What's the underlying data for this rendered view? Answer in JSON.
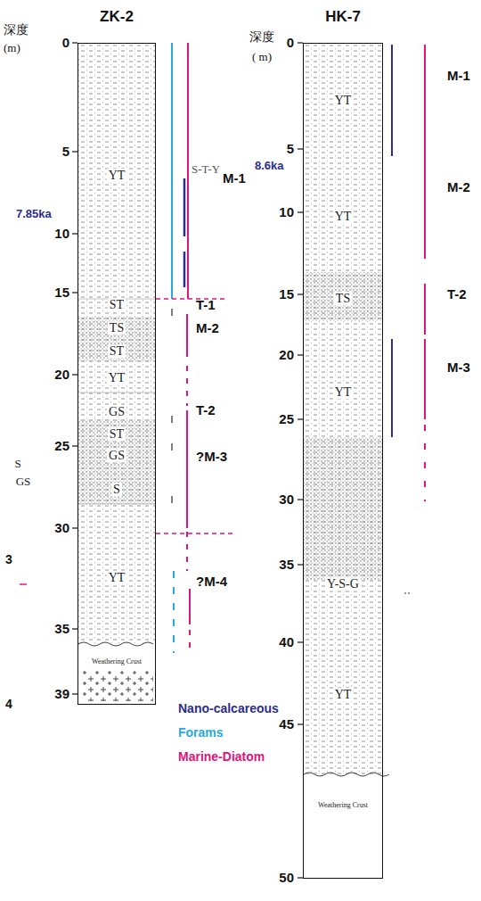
{
  "diagram": {
    "nodes": [
      {
        "text": [
          "ZK-2"
        ]
      },
      {
        "text": [
          "HK-7"
        ]
      }
    ],
    "labels": [
      "深度",
      "(m)",
      "0",
      "5",
      "10",
      "15",
      "20",
      "25",
      "30",
      "35",
      "39",
      "7.85ka",
      "S-T-Y",
      "YT",
      "ST",
      "TS",
      "ST",
      "YT",
      "GS",
      "ST",
      "GS",
      "S",
      "S",
      "GS",
      "YT",
      "Weathering Crust",
      "M-1",
      "T-1",
      "M-2",
      "T-2",
      "?M-3",
      "?M-4",
      "3",
      "4",
      "深度",
      "( m)",
      "0",
      "5",
      "10",
      "15",
      "20",
      "25",
      "30",
      "35",
      "40",
      "45",
      "50",
      "8.6ka",
      "YT",
      "YT",
      "TS",
      "YT",
      "Y-S-G",
      "YT",
      "Weathering Crust",
      "M-1",
      "M-2",
      "T-2",
      "M-3"
    ],
    "legend": [
      {
        "text": "Nano-calcareous",
        "color": "#2b2e8e"
      },
      {
        "text": "Forams",
        "color": "#29a9e0"
      },
      {
        "text": "Marine-Diatom",
        "color": "#e0147a"
      }
    ]
  }
}
